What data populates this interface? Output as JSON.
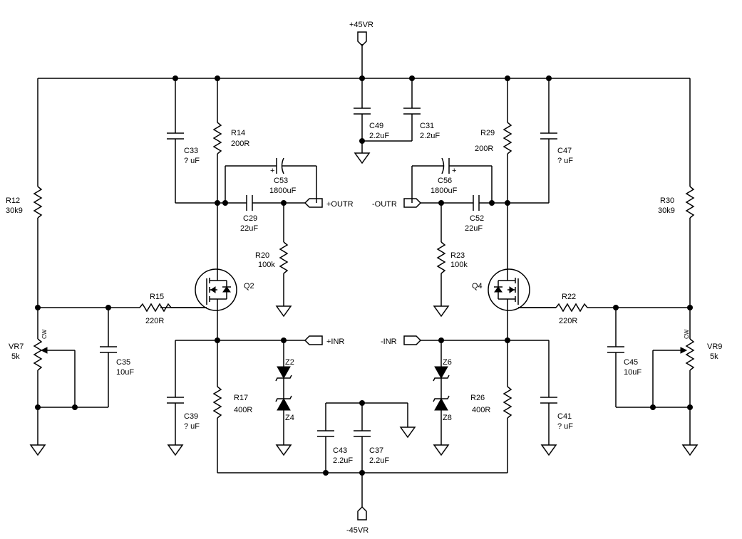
{
  "rails": {
    "positive": "+45VR",
    "negative": "-45VR"
  },
  "ports": {
    "plus_outr": "+OUTR",
    "minus_outr": "-OUTR",
    "plus_inr": "+INR",
    "minus_inr": "-INR"
  },
  "components": {
    "R12": {
      "ref": "R12",
      "value": "30k9"
    },
    "R30": {
      "ref": "R30",
      "value": "30k9"
    },
    "R14": {
      "ref": "R14",
      "value": "200R"
    },
    "R29": {
      "ref": "R29",
      "value": "200R"
    },
    "R15": {
      "ref": "R15",
      "value": "220R"
    },
    "R22": {
      "ref": "R22",
      "value": "220R"
    },
    "R17": {
      "ref": "R17",
      "value": "400R"
    },
    "R26": {
      "ref": "R26",
      "value": "400R"
    },
    "R20": {
      "ref": "R20",
      "value": "100k"
    },
    "R23": {
      "ref": "R23",
      "value": "100k"
    },
    "C33": {
      "ref": "C33",
      "value": "? uF"
    },
    "C47": {
      "ref": "C47",
      "value": "? uF"
    },
    "C39": {
      "ref": "C39",
      "value": "? uF"
    },
    "C41": {
      "ref": "C41",
      "value": "? uF"
    },
    "C49": {
      "ref": "C49",
      "value": "2.2uF"
    },
    "C31": {
      "ref": "C31",
      "value": "2.2uF"
    },
    "C43": {
      "ref": "C43",
      "value": "2.2uF"
    },
    "C37": {
      "ref": "C37",
      "value": "2.2uF"
    },
    "C53": {
      "ref": "C53",
      "value": "1800uF"
    },
    "C56": {
      "ref": "C56",
      "value": "1800uF"
    },
    "C29": {
      "ref": "C29",
      "value": "22uF"
    },
    "C52": {
      "ref": "C52",
      "value": "22uF"
    },
    "C35": {
      "ref": "C35",
      "value": "10uF"
    },
    "C45": {
      "ref": "C45",
      "value": "10uF"
    },
    "VR7": {
      "ref": "VR7",
      "value": "5k",
      "cw": "CW"
    },
    "VR9": {
      "ref": "VR9",
      "value": "5k",
      "cw": "CW"
    },
    "Q2": {
      "ref": "Q2"
    },
    "Q4": {
      "ref": "Q4"
    },
    "Z2": {
      "ref": "Z2"
    },
    "Z4": {
      "ref": "Z4"
    },
    "Z6": {
      "ref": "Z6"
    },
    "Z8": {
      "ref": "Z8"
    }
  },
  "plus_sign": "+"
}
